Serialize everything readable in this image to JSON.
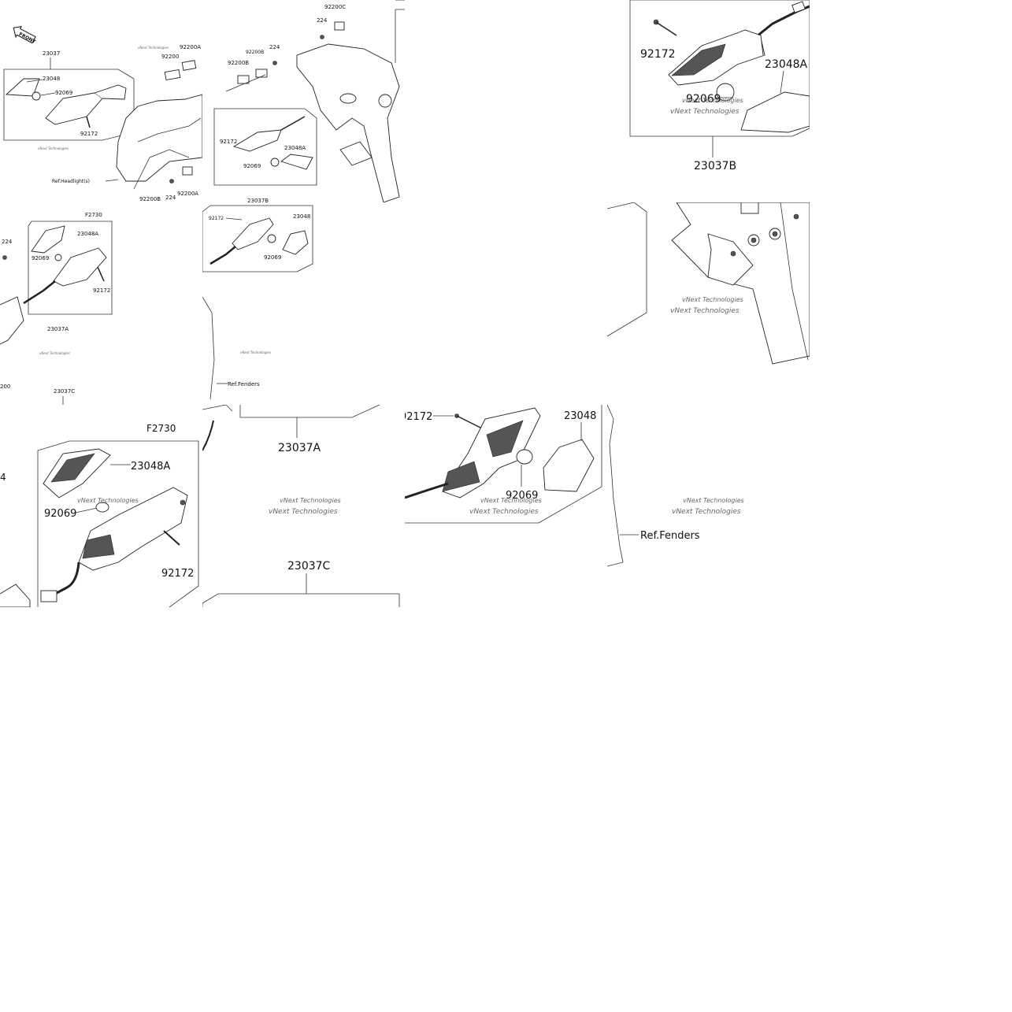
{
  "labels": {
    "front": "FRONT",
    "p23037": "23037",
    "p23037a": "23037A",
    "p23037b": "23037B",
    "p23037c": "23037C",
    "p23048": "23048",
    "p23048a": "23048A",
    "p92069": "92069",
    "p92172": "92172",
    "p92200": "92200",
    "p92200a": "92200A",
    "p92200b": "92200B",
    "p92200c": "92200C",
    "p224": "224",
    "f2730": "F2730",
    "ref_fenders": "Ref.Fenders",
    "ref_headlights": "Ref.Headlight(s)"
  },
  "watermark": {
    "line1": "vNext Technologies",
    "line2": "vNext Technologies"
  }
}
